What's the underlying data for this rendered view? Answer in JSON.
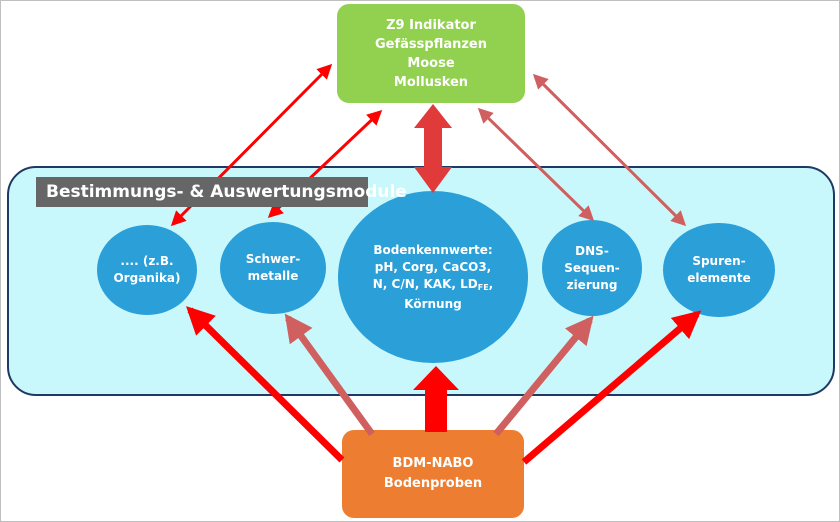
{
  "top_box": {
    "lines": [
      "Z9 Indikator",
      "Gefässpflanzen",
      "Moose",
      "Mollusken"
    ]
  },
  "bottom_box": {
    "lines": [
      "BDM-NABO",
      "Bodenproben"
    ]
  },
  "module_panel": {
    "title": "Bestimmungs- & Auswertungsmodule"
  },
  "modules": {
    "organika": {
      "lines": [
        ".... (z.B.",
        "Organika)"
      ]
    },
    "schwermetalle": {
      "lines": [
        "Schwer-",
        "metalle"
      ]
    },
    "bodenkennwerte": {
      "lines": [
        "Bodenkennwerte:",
        "pH, Corg, CaCO3,",
        "N, C/N, KAK, LD",
        "Körnung"
      ],
      "ld_subscript": "FE",
      "ld_suffix": ","
    },
    "dns": {
      "lines": [
        "DNS-",
        "Sequen-",
        "zierung"
      ]
    },
    "spuren": {
      "lines": [
        "Spuren-",
        "elemente"
      ]
    }
  },
  "colors": {
    "top_box": "#92d050",
    "bottom_box": "#ed7d31",
    "panel_fill": "#c9f8fc",
    "panel_border": "#1f3864",
    "ellipse": "#2a9fd8",
    "arrow_bright": "#ff0000",
    "arrow_muted": "#d06060",
    "title_bg": "#666666"
  }
}
